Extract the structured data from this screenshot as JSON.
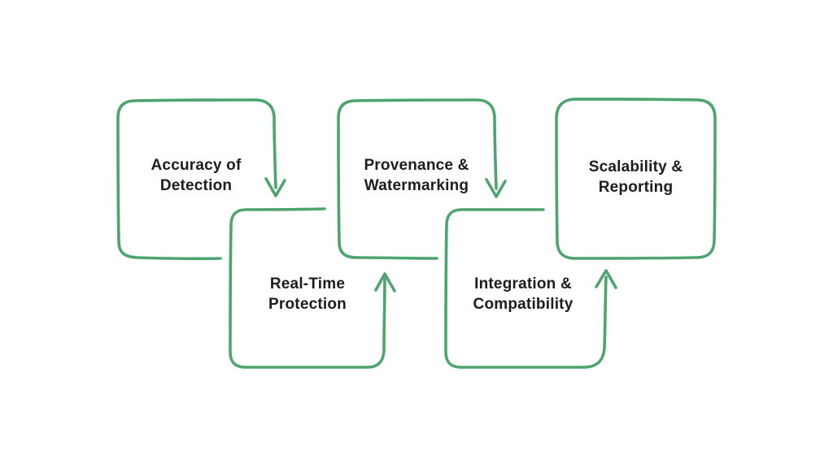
{
  "colors": {
    "accent_green": "#4ea46f",
    "text": "#1d1d1f",
    "background": "#ffffff"
  },
  "diagram": {
    "description": "Five-step interlocking flow of evaluation criteria, connected by alternating down and up arrows",
    "boxes": [
      {
        "id": "accuracy-of-detection",
        "lines": [
          "Accuracy of",
          "Detection"
        ]
      },
      {
        "id": "real-time-protection",
        "lines": [
          "Real-Time",
          "Protection"
        ]
      },
      {
        "id": "provenance-watermarking",
        "lines": [
          "Provenance &",
          "Watermarking"
        ]
      },
      {
        "id": "integration-compatibility",
        "lines": [
          "Integration &",
          "Compatibility"
        ]
      },
      {
        "id": "scalability-reporting",
        "lines": [
          "Scalability &",
          "Reporting"
        ]
      }
    ],
    "arrows": [
      {
        "from": "accuracy-of-detection",
        "to": "real-time-protection",
        "direction": "down"
      },
      {
        "from": "real-time-protection",
        "to": "provenance-watermarking",
        "direction": "up"
      },
      {
        "from": "provenance-watermarking",
        "to": "integration-compatibility",
        "direction": "down"
      },
      {
        "from": "integration-compatibility",
        "to": "scalability-reporting",
        "direction": "up"
      }
    ]
  }
}
